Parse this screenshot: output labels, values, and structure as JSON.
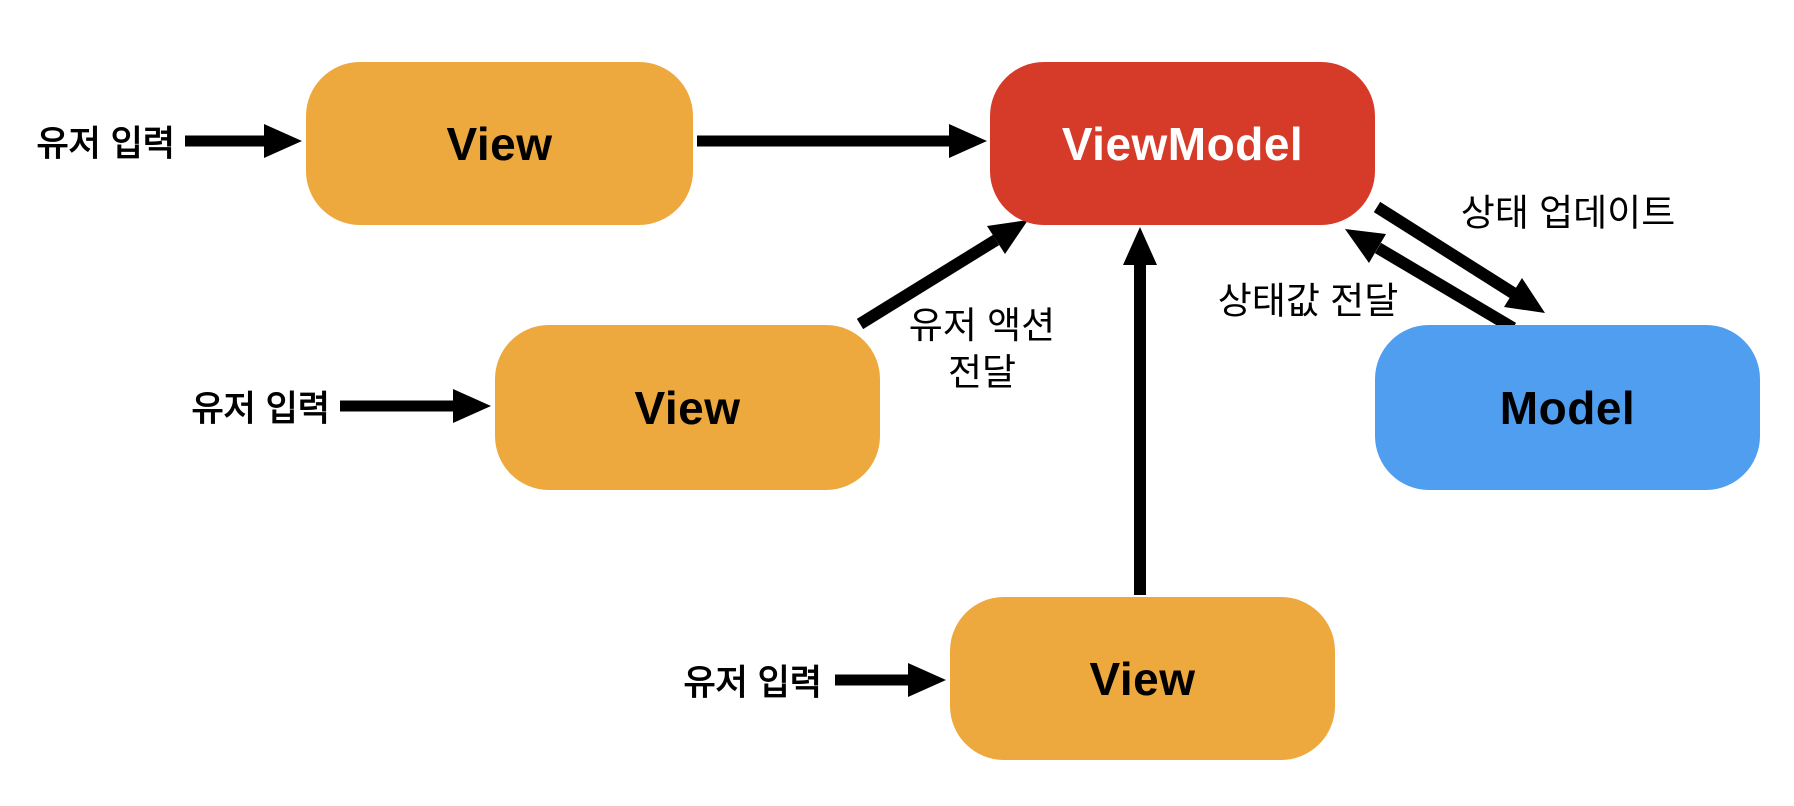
{
  "diagram": {
    "nodes": {
      "view1": {
        "label": "View"
      },
      "view2": {
        "label": "View"
      },
      "view3": {
        "label": "View"
      },
      "viewmodel": {
        "label": "ViewModel"
      },
      "model": {
        "label": "Model"
      }
    },
    "edge_labels": {
      "user_input_1": "유저 입력",
      "user_input_2": "유저 입력",
      "user_input_3": "유저 입력",
      "user_action": "유저 액션\n전달",
      "state_update": "상태 업데이트",
      "state_value": "상태값 전달"
    },
    "colors": {
      "view_fill": "#EDA83E",
      "viewmodel_fill": "#D63A28",
      "model_fill": "#4F9EF0",
      "viewmodel_text": "#FFFFFF",
      "node_text": "#000000",
      "arrow": "#000000",
      "background": "#FFFFFF"
    }
  }
}
